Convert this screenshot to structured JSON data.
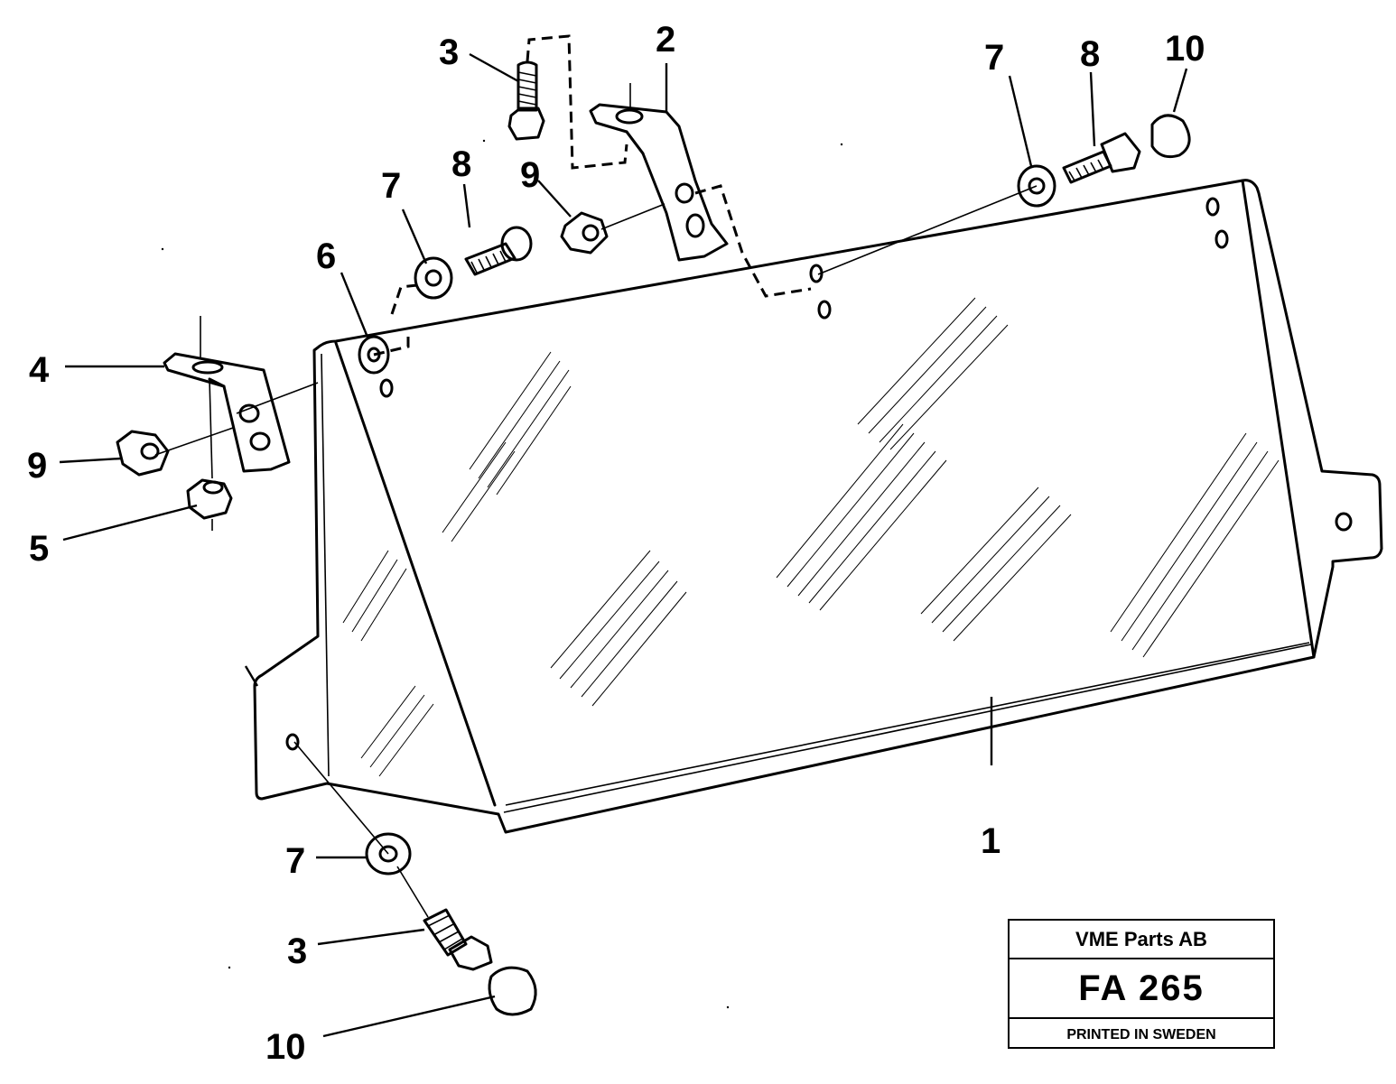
{
  "callouts": {
    "c1": "1",
    "c2": "2",
    "c3_top": "3",
    "c3_bottom": "3",
    "c4": "4",
    "c5": "5",
    "c6": "6",
    "c7_upper_left": "7",
    "c7_upper_right": "7",
    "c7_bottom": "7",
    "c8_left": "8",
    "c8_right": "8",
    "c9_left": "9",
    "c9_middle": "9",
    "c10_top": "10",
    "c10_bottom": "10"
  },
  "title_block": {
    "company": "VME Parts AB",
    "code": "FA 265",
    "printed": "PRINTED IN SWEDEN"
  }
}
